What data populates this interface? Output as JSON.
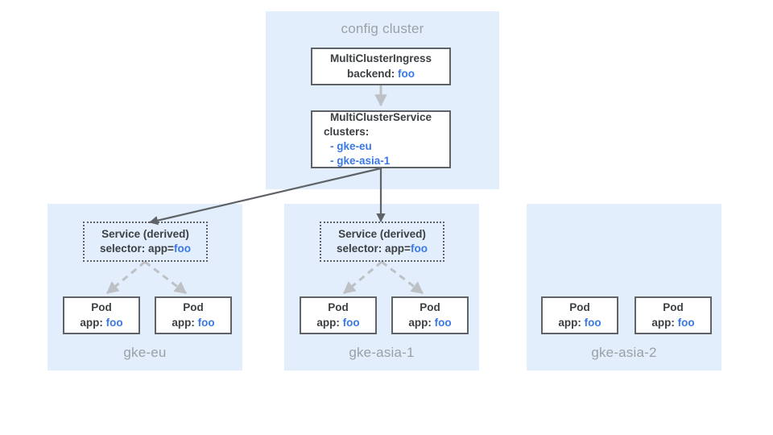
{
  "diagram": {
    "config_panel": {
      "title": "config cluster"
    },
    "mci": {
      "title": "MultiClusterIngress",
      "field_label": "backend:",
      "field_value": "foo"
    },
    "mcs": {
      "title": "MultiClusterService",
      "field_label": "clusters:",
      "items": [
        "- gke-eu",
        "- gke-asia-1"
      ]
    },
    "clusters": [
      {
        "name": "gke-eu",
        "service": {
          "title": "Service (derived)",
          "selector_label": "selector: app=",
          "selector_value": "foo"
        },
        "pods": [
          {
            "title": "Pod",
            "label": "app:",
            "value": "foo"
          },
          {
            "title": "Pod",
            "label": "app:",
            "value": "foo"
          }
        ]
      },
      {
        "name": "gke-asia-1",
        "service": {
          "title": "Service (derived)",
          "selector_label": "selector: app=",
          "selector_value": "foo"
        },
        "pods": [
          {
            "title": "Pod",
            "label": "app:",
            "value": "foo"
          },
          {
            "title": "Pod",
            "label": "app:",
            "value": "foo"
          }
        ]
      },
      {
        "name": "gke-asia-2",
        "service": null,
        "pods": [
          {
            "title": "Pod",
            "label": "app:",
            "value": "foo"
          },
          {
            "title": "Pod",
            "label": "app:",
            "value": "foo"
          }
        ]
      }
    ],
    "colors": {
      "panel_background": "#e2eefb",
      "node_border": "#5f6368",
      "accent_blue": "#3b78e7",
      "muted_gray": "#9aa0a6",
      "solid_arrow": "#5f6368",
      "dashed_arrow": "#bdc1c6"
    }
  }
}
